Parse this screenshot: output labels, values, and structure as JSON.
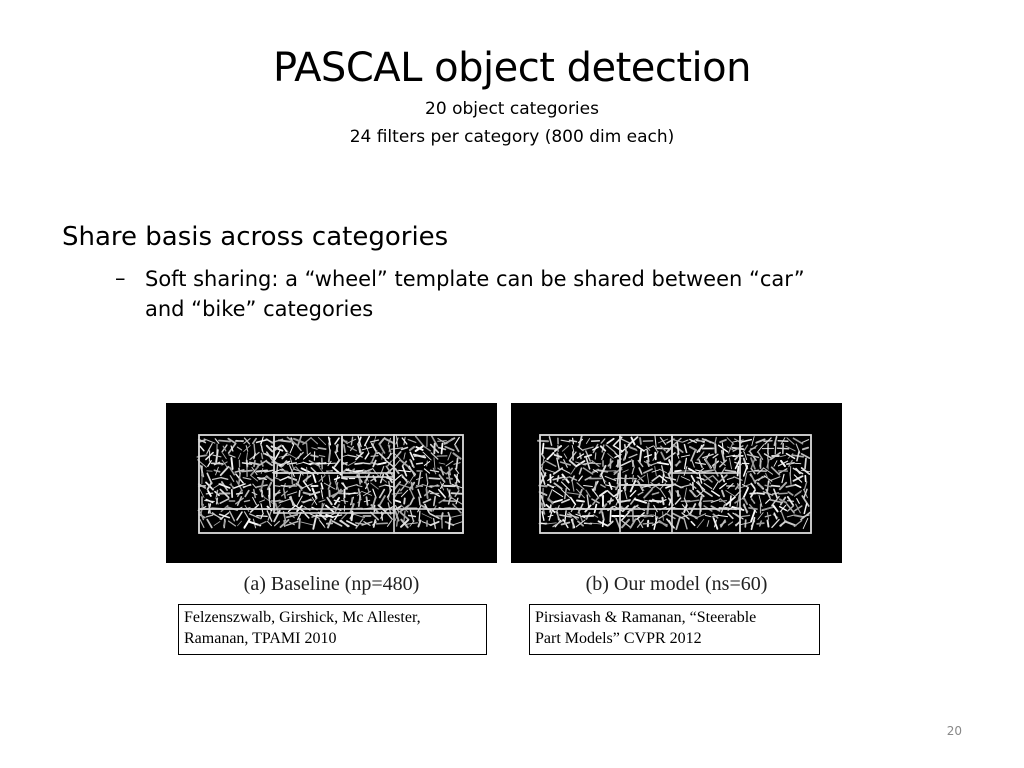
{
  "slide": {
    "title": "PASCAL object detection",
    "subtitle_lines": [
      "20 object categories",
      "24 filters per category (800 dim each)"
    ],
    "bullets": [
      {
        "level": 1,
        "text": "Share basis across categories"
      },
      {
        "level": 2,
        "marker": "–",
        "lines": [
          "Soft sharing: a “wheel” template can be shared between “car”",
          "and “bike” categories"
        ]
      }
    ],
    "figures": [
      {
        "caption": "(a) Baseline (np=480)",
        "reference_lines": [
          "Felzenszwalb, Girshick, Mc Allester,",
          "Ramanan, TPAMI 2010"
        ]
      },
      {
        "caption": "(b) Our model (ns=60)",
        "reference_lines": [
          "Pirsiavash & Ramanan, “Steerable",
          "Part Models” CVPR 2012"
        ]
      }
    ],
    "page_number": "20"
  }
}
